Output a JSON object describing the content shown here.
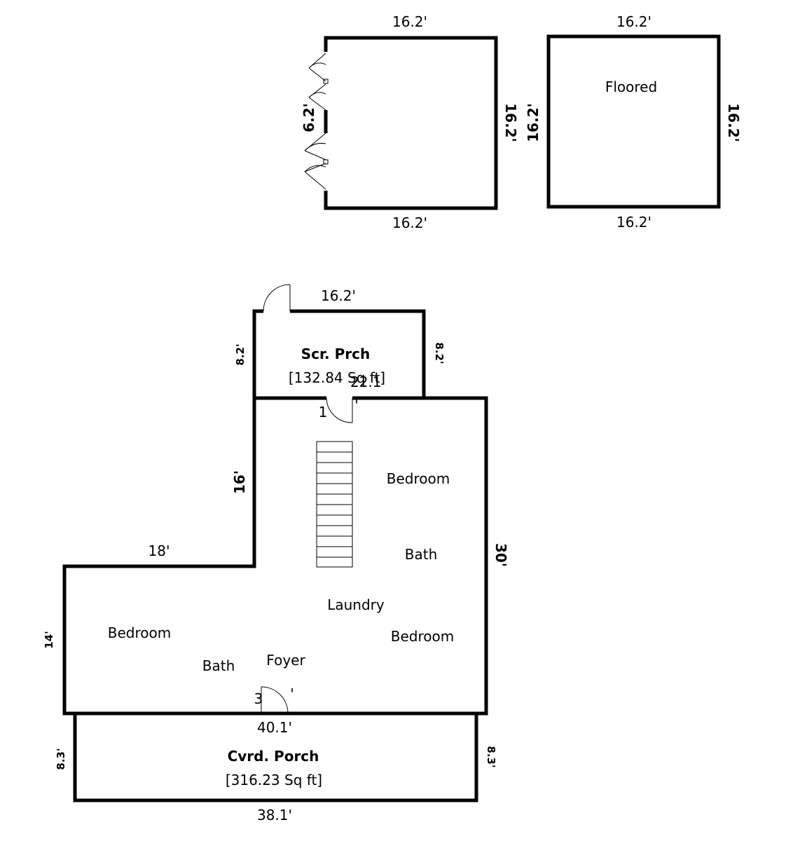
{
  "garage": {
    "top": "16.2'",
    "bottom": "16.2'",
    "right": "16.2'",
    "door_width": "6.2'"
  },
  "shed": {
    "label": "Floored",
    "top": "16.2'",
    "bottom": "16.2'",
    "left": "16.2'",
    "right": "16.2'"
  },
  "screen_porch": {
    "name": "Scr. Prch",
    "area": "[132.84 Sq ft]",
    "top": "16.2'",
    "left": "8.2'",
    "right": "8.2'"
  },
  "house": {
    "inner_top": "22.1'",
    "door_fragment_top": "1",
    "door_fragment_top_right": "'",
    "upper_left": "16'",
    "upper_right": "30'",
    "step_top": "18'",
    "lower_left": "14'",
    "bottom": "40.1'",
    "door_fragment_bottom": "3",
    "door_fragment_bottom_right": "'",
    "rooms": {
      "bedroom_upper": "Bedroom",
      "bath_upper": "Bath",
      "laundry": "Laundry",
      "bedroom_right": "Bedroom",
      "bedroom_left": "Bedroom",
      "bath_left": "Bath",
      "foyer": "Foyer"
    }
  },
  "covered_porch": {
    "name": "Cvrd. Porch",
    "area": "[316.23 Sq ft]",
    "left": "8.3'",
    "right": "8.3'",
    "bottom": "38.1'"
  }
}
